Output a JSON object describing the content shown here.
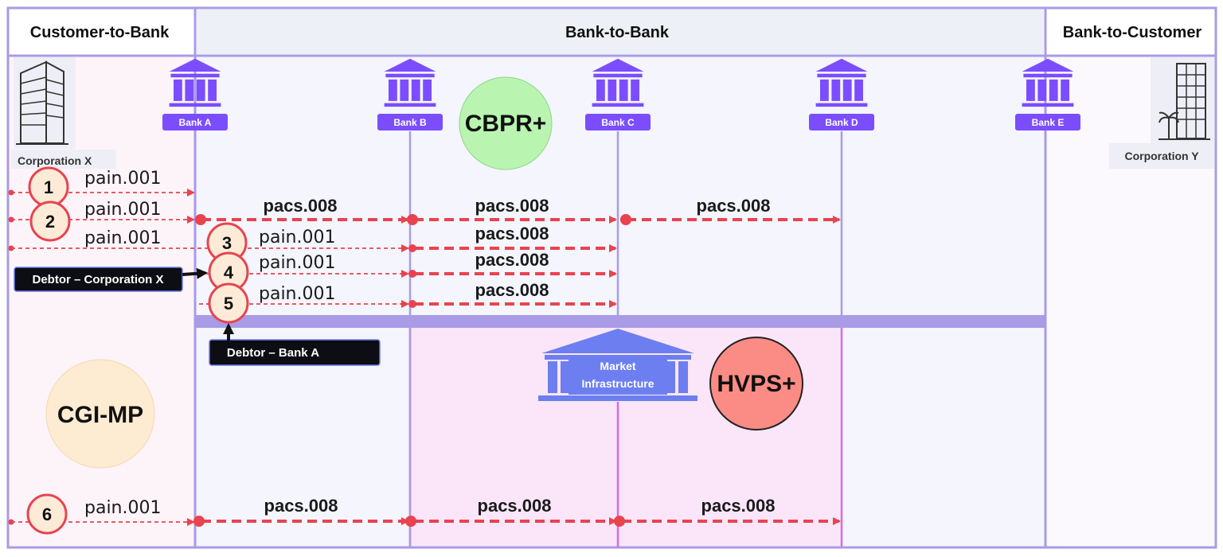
{
  "headers": {
    "customer_to_bank": "Customer-to-Bank",
    "bank_to_bank": "Bank-to-Bank",
    "bank_to_customer": "Bank-to-Customer"
  },
  "corporations": {
    "x": "Corporation X",
    "y": "Corporation Y"
  },
  "banks": [
    {
      "label": "Bank A"
    },
    {
      "label": "Bank B"
    },
    {
      "label": "Bank C"
    },
    {
      "label": "Bank D"
    },
    {
      "label": "Bank E"
    }
  ],
  "schemes": {
    "cbpr": "CBPR+",
    "hvps": "HVPS+",
    "cgi": "CGI-MP"
  },
  "market_infrastructure": {
    "line1": "Market",
    "line2": "Infrastructure"
  },
  "callouts": {
    "debtor_corp_x": "Debtor – Corporation X",
    "debtor_bank_a": "Debtor – Bank A"
  },
  "flows": [
    {
      "number": "1",
      "labels": [
        "pain.001"
      ]
    },
    {
      "number": "2",
      "labels": [
        "pain.001",
        "pacs.008",
        "pacs.008",
        "pacs.008"
      ]
    },
    {
      "number": "3",
      "labels": [
        "pain.001",
        "pain.001",
        "pacs.008"
      ]
    },
    {
      "number": "4",
      "labels": [
        "pain.001",
        "pacs.008"
      ]
    },
    {
      "number": "5",
      "labels": [
        "pain.001",
        "pacs.008"
      ]
    },
    {
      "number": "6",
      "labels": [
        "pain.001",
        "pacs.008",
        "pacs.008",
        "pacs.008"
      ]
    }
  ],
  "colors": {
    "frame": "#a99be6",
    "bank_purple": "#7b4dff",
    "arrow_red": "#e8434f",
    "cbpr_green": "#b9f5b1",
    "hvps_red": "#fb8c85",
    "cgi_beige": "#fdebd2",
    "mi_blue": "#6d7ff0"
  }
}
